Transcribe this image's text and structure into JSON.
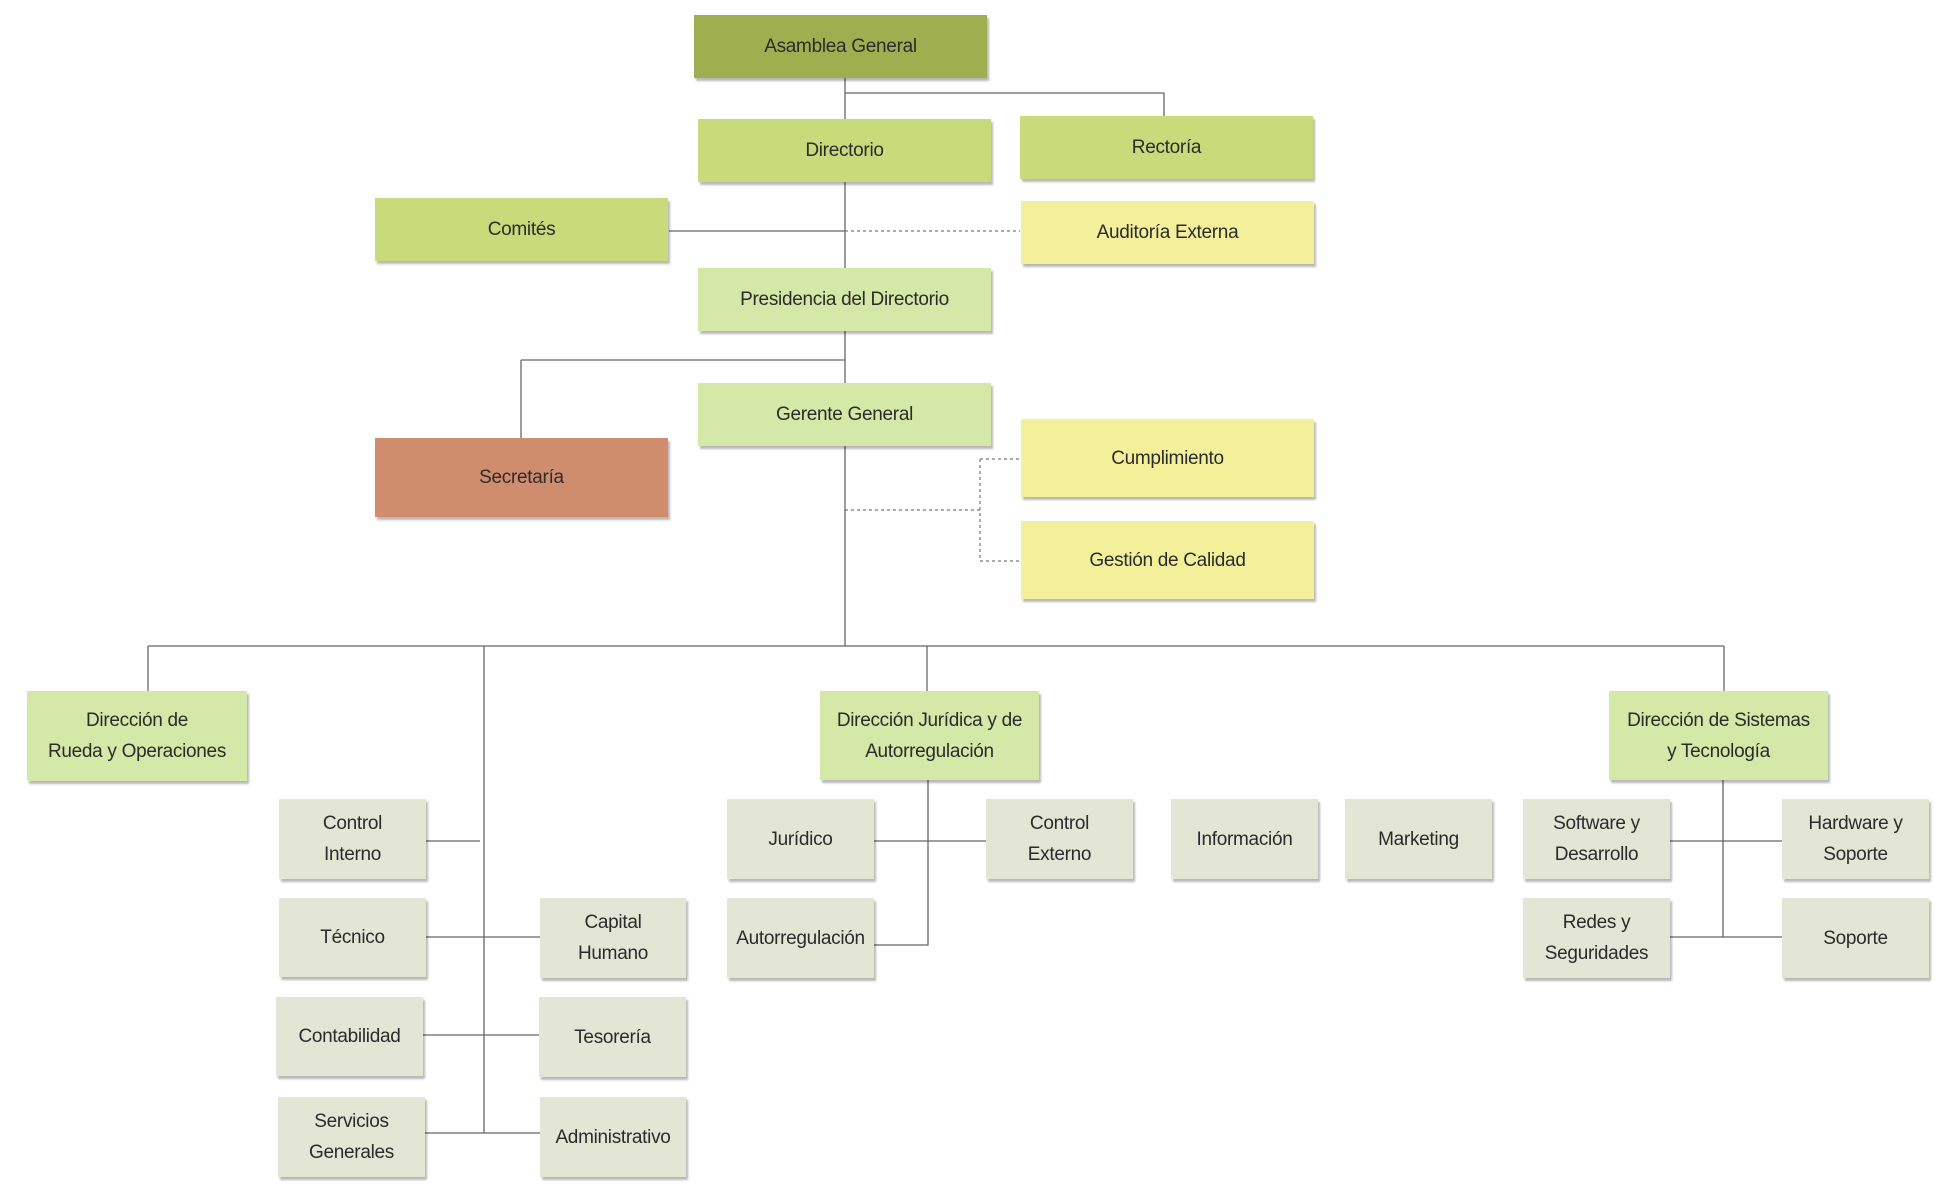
{
  "nodes": {
    "asamblea": "Asamblea General",
    "directorio": "Directorio",
    "rectoria": "Rectoría",
    "comites": "Comités",
    "auditoria": "Auditoría Externa",
    "presidencia": "Presidencia del Directorio",
    "gerente": "Gerente General",
    "secretaria": "Secretaría",
    "cumplimiento": "Cumplimiento",
    "calidad": "Gestión de Calidad",
    "dir_rueda": "Dirección de\nRueda y Operaciones",
    "dir_juridica": "Dirección Jurídica y de\nAutorregulación",
    "dir_sistemas": "Dirección de Sistemas\ny Tecnología",
    "control_interno": "Control\nInterno",
    "tecnico": "Técnico",
    "contabilidad": "Contabilidad",
    "servicios": "Servicios\nGenerales",
    "capital": "Capital\nHumano",
    "tesoreria": "Tesorería",
    "administrativo": "Administrativo",
    "juridico": "Jurídico",
    "control_externo": "Control\nExterno",
    "autorregulacion": "Autorregulación",
    "informacion": "Información",
    "marketing": "Marketing",
    "software": "Software y\nDesarrollo",
    "hardware": "Hardware y\nSoporte",
    "redes": "Redes y\nSeguridades",
    "soporte": "Soporte"
  },
  "colors": {
    "top": "#9faf50",
    "light_green": "#c8da7a",
    "pale_green": "#d4e8a7",
    "yellow": "#f4f09a",
    "secretary": "#cf8d6d",
    "unit": "#e3e6d5",
    "line": "#666666"
  }
}
